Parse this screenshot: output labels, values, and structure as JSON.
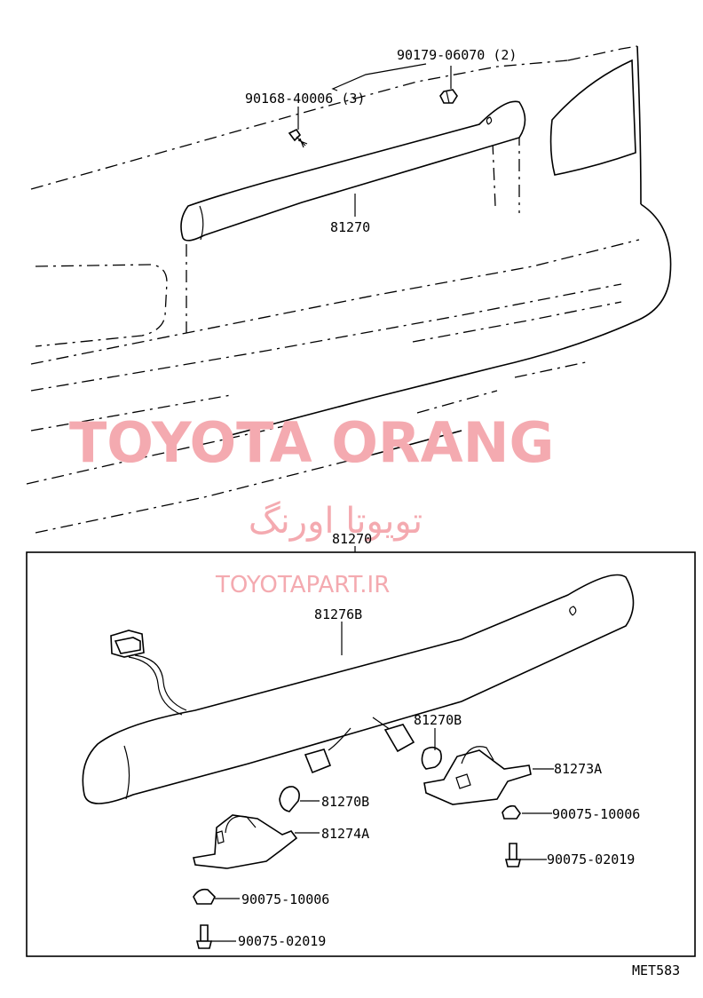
{
  "watermark": {
    "brand": "TOYOTA ORANG",
    "brand_fa": "تویوتا اورنگ",
    "url": "TOYOTAPART.IR"
  },
  "labels": {
    "nut_top": "90179-06070 (2)",
    "screw_top": "90168-40006 (3)",
    "lamp_assy_upper": "81270",
    "lamp_assy_box": "81270",
    "lens": "81276B",
    "bulb_right": "81270B",
    "bulb_left": "81270B",
    "socket_right": "81273A",
    "socket_left": "81274A",
    "clip_right": "90075-10006",
    "screw_right": "90075-02019",
    "clip_left": "90075-10006",
    "screw_left": "90075-02019"
  },
  "diagram_code": "MET583"
}
